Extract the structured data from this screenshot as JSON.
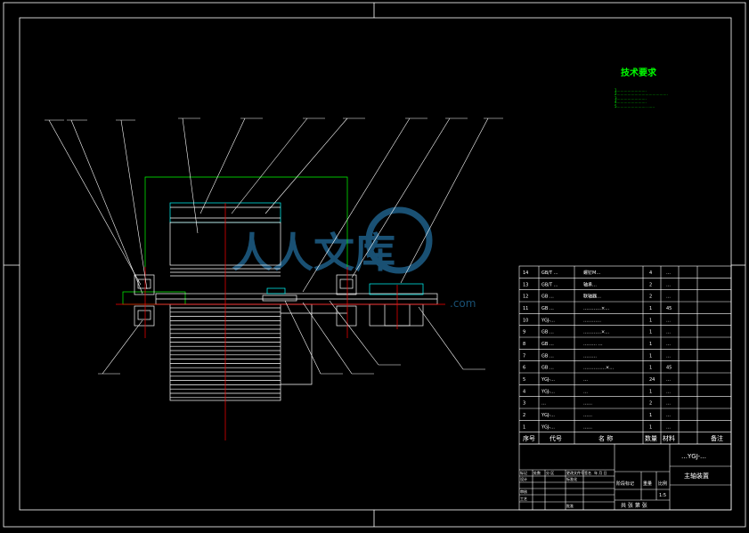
{
  "colors": {
    "background": "#000000",
    "line": "#ffffff",
    "green": "#00ff00",
    "cyan": "#00ffff",
    "red": "#ff0000",
    "watermark": "#1e5f88"
  },
  "tech_requirements": {
    "title": "技术要求",
    "lines": [
      "1.……………………",
      "2.……………………………………",
      "3.……………………",
      "4.……………………",
      "5.…………………… ……"
    ]
  },
  "watermark": {
    "text": "人人文库",
    "sub": ".com"
  },
  "parts_table": {
    "rows": [
      {
        "no": "14",
        "code": "GB/T …",
        "name": "螺钉M…",
        "qty": "4",
        "mat": "…",
        "note": ""
      },
      {
        "no": "13",
        "code": "GB/T …",
        "name": "轴承…",
        "qty": "2",
        "mat": "…",
        "note": ""
      },
      {
        "no": "12",
        "code": "GB …",
        "name": "联轴器…",
        "qty": "2",
        "mat": "…",
        "note": ""
      },
      {
        "no": "11",
        "code": "GB …",
        "name": "…………×…",
        "qty": "1",
        "mat": "45",
        "note": ""
      },
      {
        "no": "10",
        "code": "YGJ-…",
        "name": "…………",
        "qty": "1",
        "mat": "…",
        "note": ""
      },
      {
        "no": "9",
        "code": "GB …",
        "name": "…………×…",
        "qty": "1",
        "mat": "…",
        "note": ""
      },
      {
        "no": "8",
        "code": "GB …",
        "name": "……… …",
        "qty": "1",
        "mat": "…",
        "note": ""
      },
      {
        "no": "7",
        "code": "GB …",
        "name": "………",
        "qty": "1",
        "mat": "…",
        "note": ""
      },
      {
        "no": "6",
        "code": "GB …",
        "name": "……………×…",
        "qty": "1",
        "mat": "45",
        "note": ""
      },
      {
        "no": "5",
        "code": "YGJ-…",
        "name": "…",
        "qty": "24",
        "mat": "…",
        "note": ""
      },
      {
        "no": "4",
        "code": "YGJ-…",
        "name": "…",
        "qty": "1",
        "mat": "…",
        "note": ""
      },
      {
        "no": "3",
        "code": "…",
        "name": "……",
        "qty": "2",
        "mat": "…",
        "note": ""
      },
      {
        "no": "2",
        "code": "YGJ-…",
        "name": "……",
        "qty": "1",
        "mat": "…",
        "note": ""
      },
      {
        "no": "1",
        "code": "YGJ-…",
        "name": "……",
        "qty": "1",
        "mat": "…",
        "note": ""
      }
    ],
    "headers": {
      "no": "序号",
      "code": "代号",
      "name": "名 称",
      "qty": "数量",
      "mat": "材料",
      "note": "备注"
    }
  },
  "title_block": {
    "drawing_name": "…YGJ-…",
    "subtitle": "主轴装置",
    "stage_label": "阶段标记",
    "weight_label": "重量",
    "scale_label": "比例",
    "scale": "1:5",
    "sheets": "共  张  第  张",
    "designer": "设计",
    "design_date": "标准化",
    "review": "审核",
    "process": "工艺",
    "approve": "批准",
    "mark": "标记",
    "count": "处数",
    "zone": "分 区",
    "doc": "更改文件号",
    "sign": "签名",
    "date": "年 月 日"
  }
}
